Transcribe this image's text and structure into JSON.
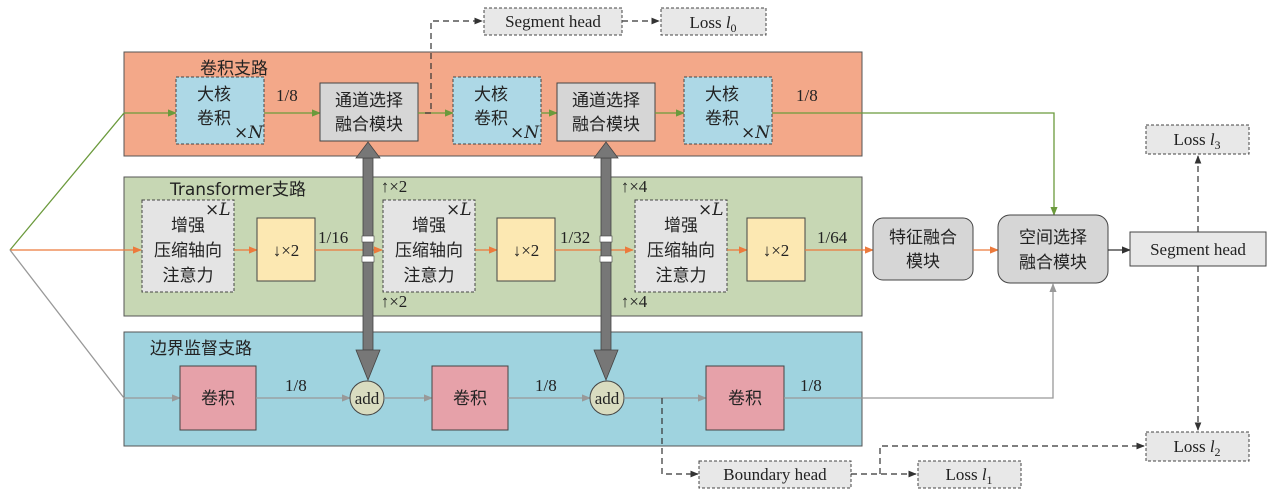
{
  "colors": {
    "conv_branch_bg": "#f3a889",
    "transformer_branch_bg": "#c7d7b4",
    "boundary_branch_bg": "#9fd3df",
    "large_kernel_bg": "#add8e6",
    "fusion_bg": "#d6d6d6",
    "attention_bg": "#e4e4e4",
    "downsample_bg": "#fce8b2",
    "conv_block_bg": "#e6a1a9",
    "add_bg": "#d9dcc0",
    "head_bg": "#e8e8e8",
    "green_line": "#6b9a3c",
    "orange_line": "#ec7a3c",
    "gray_line": "#999999",
    "thick_arrow": "#777777"
  },
  "branches": {
    "conv": "卷积支路",
    "transformer": "Transformer支路",
    "boundary": "边界监督支路"
  },
  "conv_branch": {
    "large_kernel_line1": "大核",
    "large_kernel_line2": "卷积",
    "large_kernel_rep": "×N",
    "channel_fusion_line1": "通道选择",
    "channel_fusion_line2": "融合模块",
    "ratio": "1/8"
  },
  "transformer_branch": {
    "attn_line1": "增强",
    "attn_line2": "压缩轴向",
    "attn_line3": "注意力",
    "attn_rep": "×L",
    "downsample": "↓×2",
    "ratios": [
      "1/16",
      "1/32",
      "1/64"
    ]
  },
  "boundary_branch": {
    "conv": "卷积",
    "add": "add",
    "ratio": "1/8"
  },
  "cross_links": {
    "up_x2": "↑×2",
    "up_x4": "↑×4"
  },
  "fusion": {
    "feature_line1": "特征融合",
    "feature_line2": "模块",
    "spatial_line1": "空间选择",
    "spatial_line2": "融合模块"
  },
  "heads": {
    "segment_head": "Segment head",
    "boundary_head": "Boundary head"
  },
  "losses": {
    "prefix": "Loss ",
    "l0": "0",
    "l1": "1",
    "l2": "2",
    "l3": "3",
    "var": "l"
  }
}
